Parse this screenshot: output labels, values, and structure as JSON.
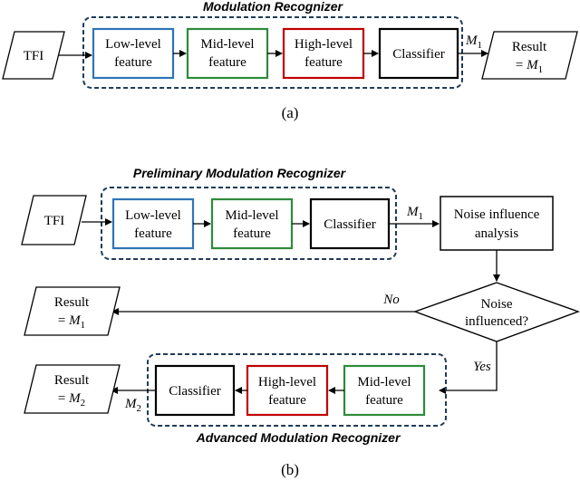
{
  "diagram_a": {
    "title": "Modulation Recognizer",
    "input": "TFI",
    "stages": [
      {
        "line1": "Low-level",
        "line2": "feature",
        "color": "#2e75b6"
      },
      {
        "line1": "Mid-level",
        "line2": "feature",
        "color": "#2e8b3a"
      },
      {
        "line1": "High-level",
        "line2": "feature",
        "color": "#c00000"
      },
      {
        "line1": "Classifier",
        "line2": "",
        "color": "#000000"
      }
    ],
    "arrow_label": {
      "symbol": "M",
      "sub": "1"
    },
    "output": {
      "line1": "Result",
      "line2_prefix": "= ",
      "symbol": "M",
      "sub": "1"
    },
    "caption": "(a)"
  },
  "diagram_b": {
    "preliminary_title": "Preliminary Modulation Recognizer",
    "input": "TFI",
    "preliminary_stages": [
      {
        "line1": "Low-level",
        "line2": "feature",
        "color": "#2e75b6"
      },
      {
        "line1": "Mid-level",
        "line2": "feature",
        "color": "#2e8b3a"
      },
      {
        "line1": "Classifier",
        "line2": "",
        "color": "#000000"
      }
    ],
    "arrow_label_1": {
      "symbol": "M",
      "sub": "1"
    },
    "noise_box": {
      "line1": "Noise influence",
      "line2": "analysis"
    },
    "decision": {
      "line1": "Noise",
      "line2": "influenced?"
    },
    "no_label": "No",
    "yes_label": "Yes",
    "result_1": {
      "line1": "Result",
      "line2_prefix": "= ",
      "symbol": "M",
      "sub": "1"
    },
    "advanced_stages": [
      {
        "line1": "Mid-level",
        "line2": "feature",
        "color": "#2e8b3a"
      },
      {
        "line1": "High-level",
        "line2": "feature",
        "color": "#c00000"
      },
      {
        "line1": "Classifier",
        "line2": "",
        "color": "#000000"
      }
    ],
    "arrow_label_2": {
      "symbol": "M",
      "sub": "2"
    },
    "result_2": {
      "line1": "Result",
      "line2_prefix": "= ",
      "symbol": "M",
      "sub": "2"
    },
    "advanced_title": "Advanced Modulation Recognizer",
    "caption": "(b)"
  },
  "colors": {
    "line": "#000000",
    "dashed_border": "#1f3b57",
    "low_level": "#2e75b6",
    "mid_level": "#2e8b3a",
    "high_level": "#c00000"
  }
}
